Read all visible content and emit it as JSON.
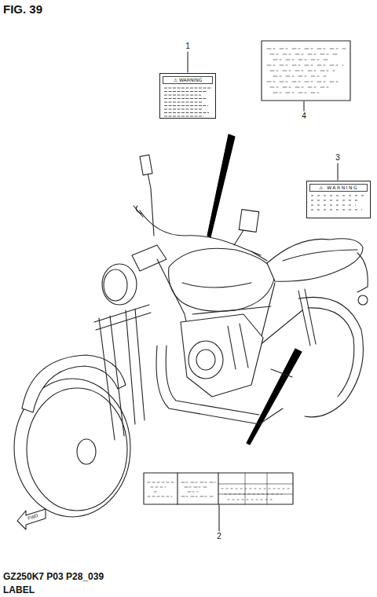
{
  "diagram": {
    "title": "FIG. 39",
    "nodes": [
      {
        "text": [
          "⚠ WARNING"
        ]
      },
      {
        "text": [
          "⚠ WARNING"
        ]
      }
    ],
    "labels": [
      "1",
      "4",
      "3",
      "2",
      "FWD",
      "GZ250K7 P03 P28_039",
      "LABEL"
    ]
  }
}
